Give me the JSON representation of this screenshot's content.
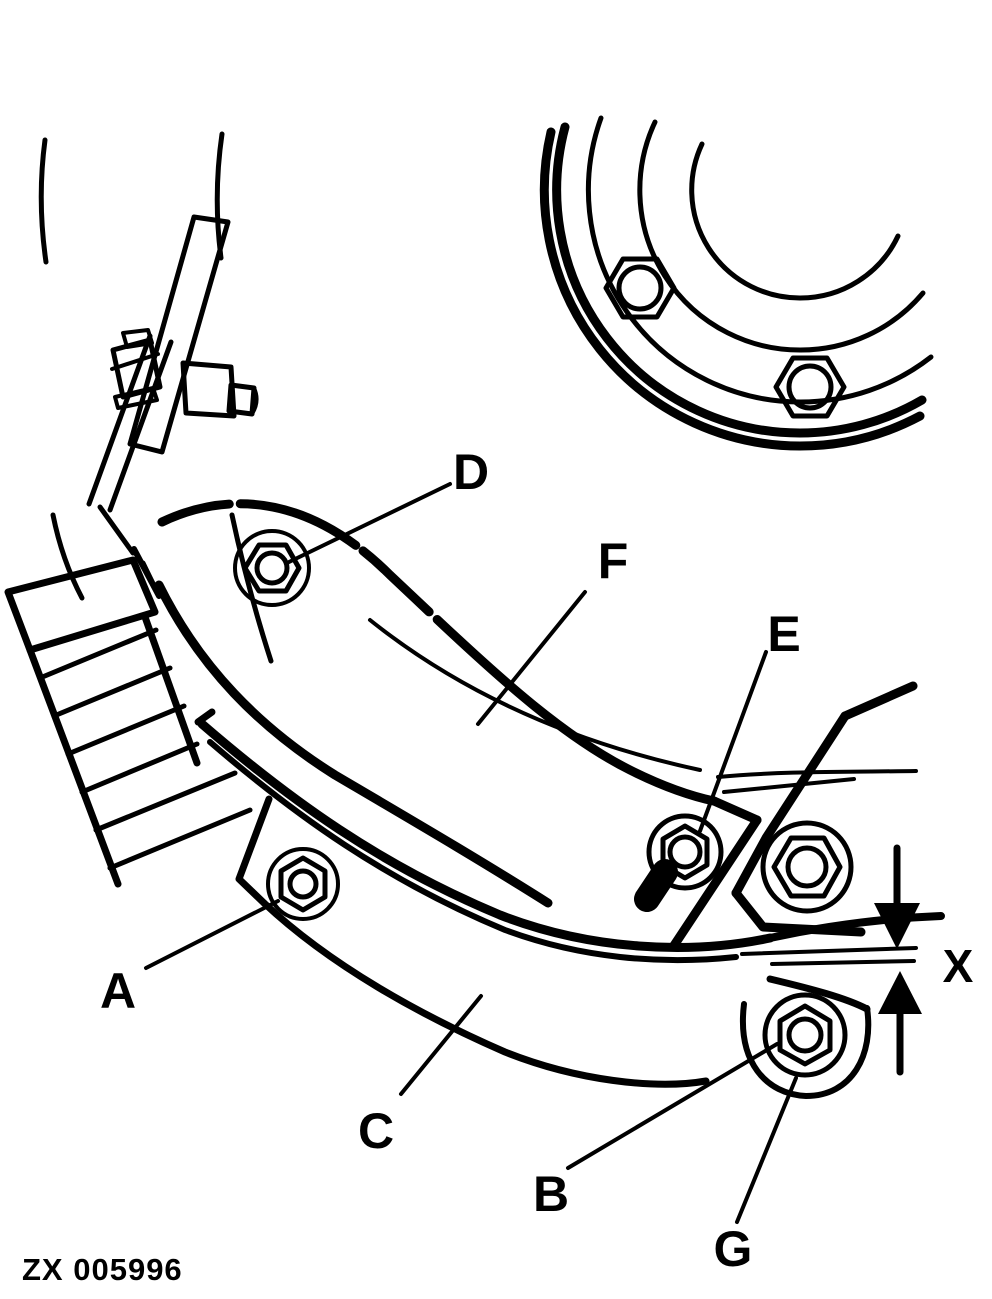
{
  "figure": {
    "code": "ZX 005996",
    "background_color": "#ffffff",
    "line_color": "#000000",
    "description": "brake-band-adjustment-diagram",
    "callouts": [
      {
        "label": "A"
      },
      {
        "label": "B"
      },
      {
        "label": "C"
      },
      {
        "label": "D"
      },
      {
        "label": "E"
      },
      {
        "label": "F"
      },
      {
        "label": "G"
      }
    ],
    "dimension_label": "X"
  }
}
